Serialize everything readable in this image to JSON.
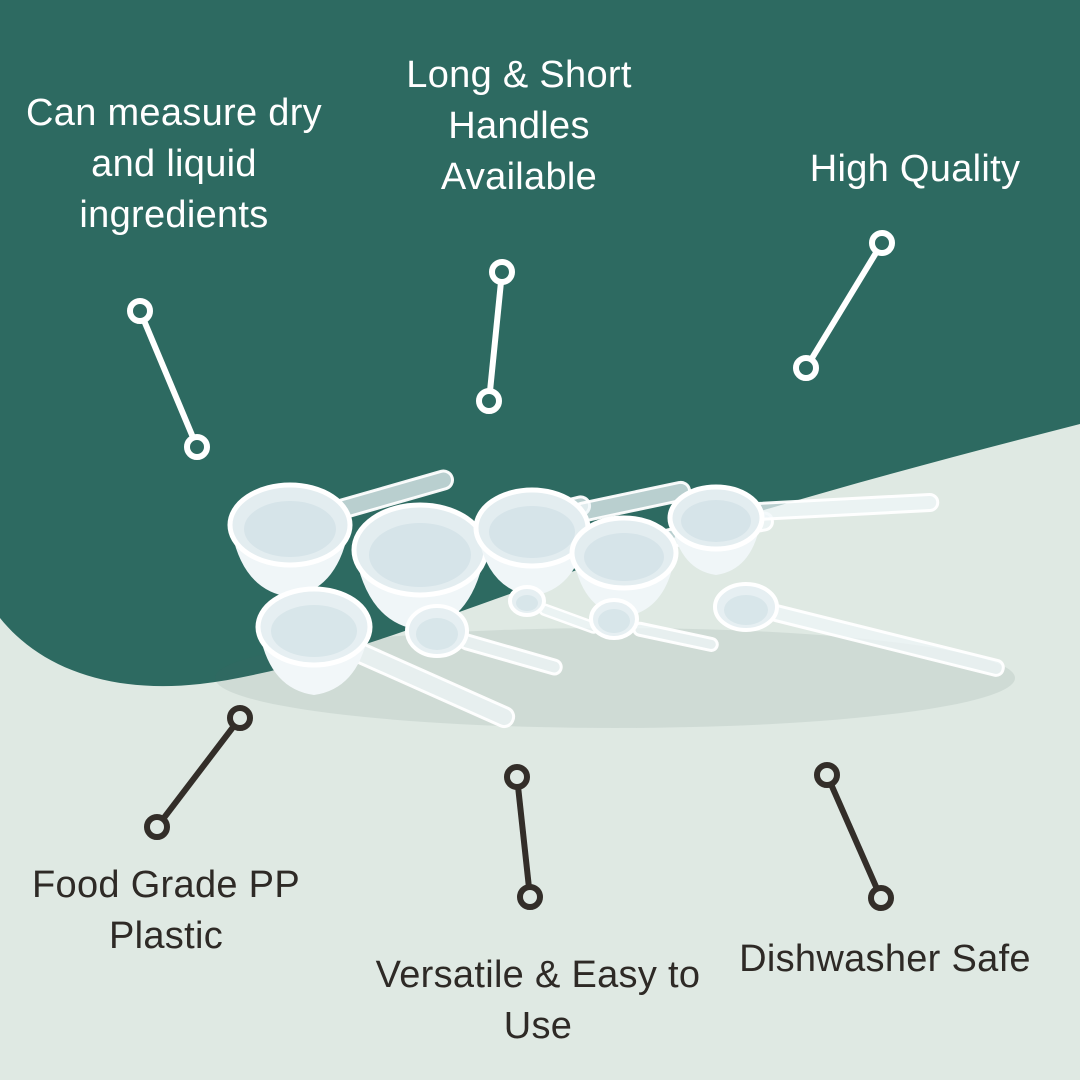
{
  "theme": {
    "bg_dark": "#2d6a61",
    "bg_light": "#dfe9e3",
    "text_light": "#ffffff",
    "text_dark": "#2e2a26",
    "connector_light": "#ffffff",
    "connector_dark": "#332e29"
  },
  "callouts": {
    "measure": {
      "label": "Can measure dry\nand liquid\ningredients"
    },
    "handles": {
      "label": "Long & Short\nHandles\nAvailable"
    },
    "quality": {
      "label": "High Quality"
    },
    "food_grade": {
      "label": "Food Grade PP\nPlastic"
    },
    "versatile": {
      "label": "Versatile & Easy to\nUse"
    },
    "dishwasher": {
      "label": "Dishwasher Safe"
    }
  }
}
